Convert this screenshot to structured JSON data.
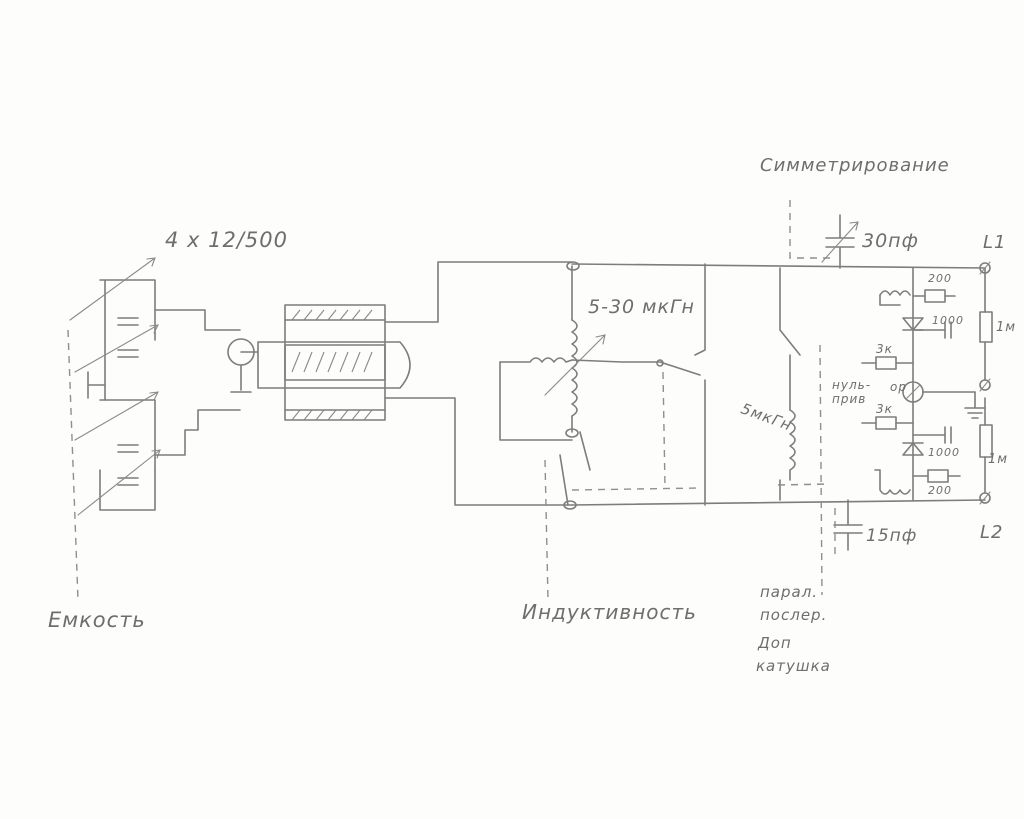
{
  "labels": {
    "capacitor_bank": "4 x 12/500",
    "inductor_range": "5-30 мкГн",
    "symmetry": "Симметрирование",
    "sym_cap": "30пф",
    "cap_low": "15пф",
    "term_l1": "L1",
    "term_l2": "L2",
    "res_200_top": "200",
    "res_200_bot": "200",
    "cap_1000_top": "1000",
    "cap_1000_bot": "1000",
    "res_3k_top": "3к",
    "res_3k_bot": "3к",
    "res_1m_top": "1м",
    "res_1m_bot": "1м",
    "null_indicator_1": "нуль-",
    "null_indicator_2": "ор",
    "null_indicator_3": "прив",
    "coil_5": "5мкГн",
    "section_capacity": "Емкость",
    "section_inductance": "Индуктивность",
    "section_mode_1": "парал.",
    "section_mode_2": "послер.",
    "section_mode_3": "Доп",
    "section_mode_4": "катушка"
  }
}
